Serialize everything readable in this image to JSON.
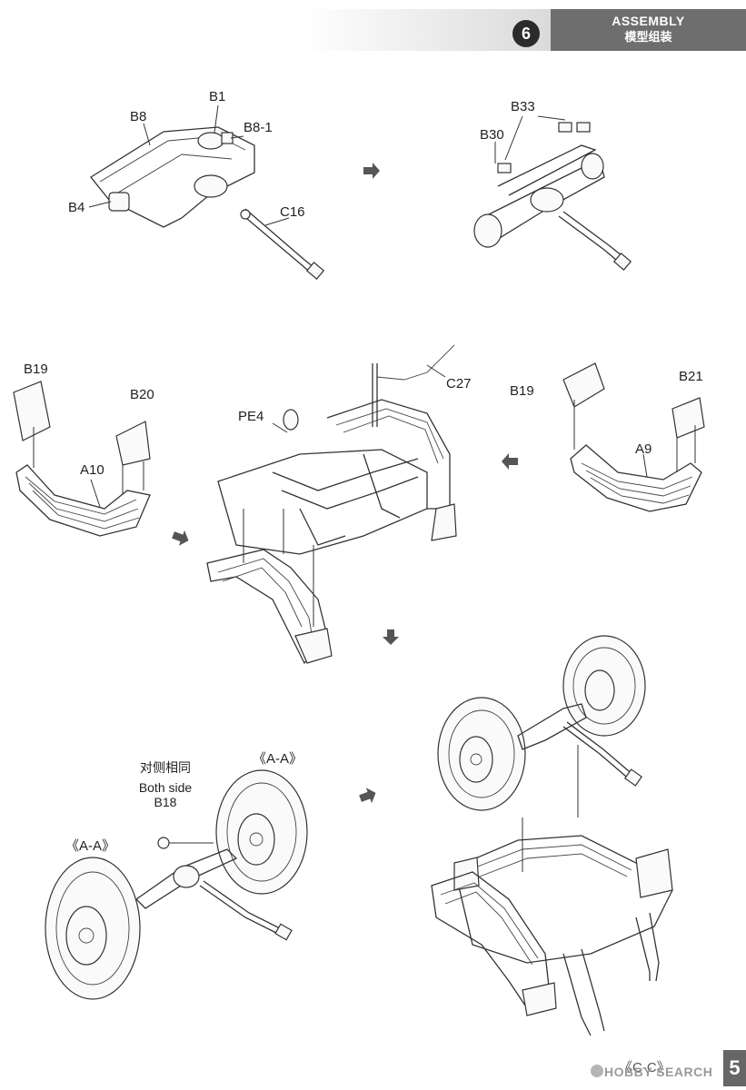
{
  "header": {
    "step_number": "6",
    "title": "ASSEMBLY",
    "subtitle": "模型组装"
  },
  "labels": {
    "b1": "B1",
    "b8": "B8",
    "b8_1": "B8-1",
    "b4": "B4",
    "c16": "C16",
    "b33": "B33",
    "b30": "B30",
    "b19_left": "B19",
    "b20": "B20",
    "a10": "A10",
    "pe4": "PE4",
    "c27": "C27",
    "b19_right": "B19",
    "b21": "B21",
    "a9": "A9",
    "both_side_cn": "对侧相同",
    "both_side_en": "Both side",
    "b18": "B18",
    "aa_top": "《A-A》",
    "aa_left": "《A-A》",
    "cc_bottom": "《C-C》"
  },
  "footer": {
    "page_number": "5",
    "watermark": "HOBBY SEARCH"
  },
  "colors": {
    "header_bar": "#6e6e6e",
    "badge": "#2b2b2b",
    "line_art": "#333333"
  }
}
